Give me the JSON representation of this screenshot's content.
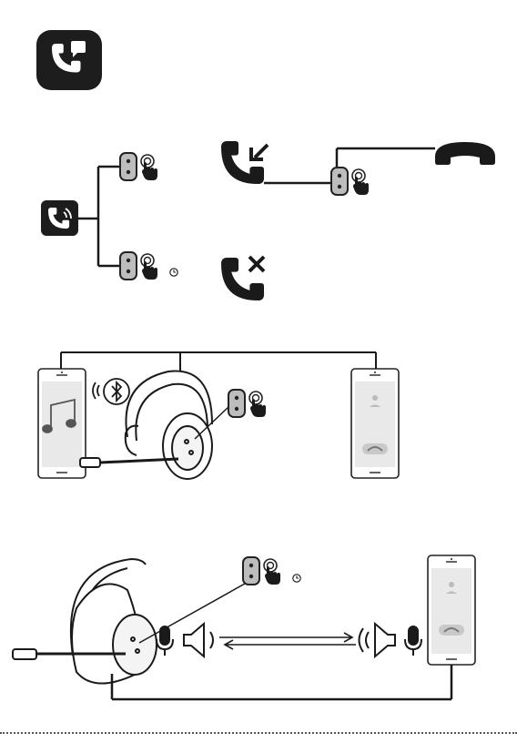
{
  "page": {
    "title": "",
    "sections": [
      {
        "id": "answer-reject",
        "description_visible": false
      },
      {
        "id": "switch-device",
        "description_visible": false
      },
      {
        "id": "transfer-audio",
        "description_visible": false
      }
    ]
  },
  "icons": {
    "header": "phone-message-icon",
    "source": "phone-wave-icon",
    "incoming": "incoming-call-icon",
    "reject": "reject-call-icon",
    "hangup": "handset-icon",
    "bluetooth": "bluetooth-icon",
    "music": "music-note-icon",
    "mic": "microphone-icon",
    "speaker": "speaker-icon",
    "hold_timer": "clock-icon"
  },
  "colors": {
    "ink": "#1a1a1a",
    "button_fill": "#bdbdbd",
    "screen_fill": "#eeeeee",
    "outline": "#222222"
  }
}
